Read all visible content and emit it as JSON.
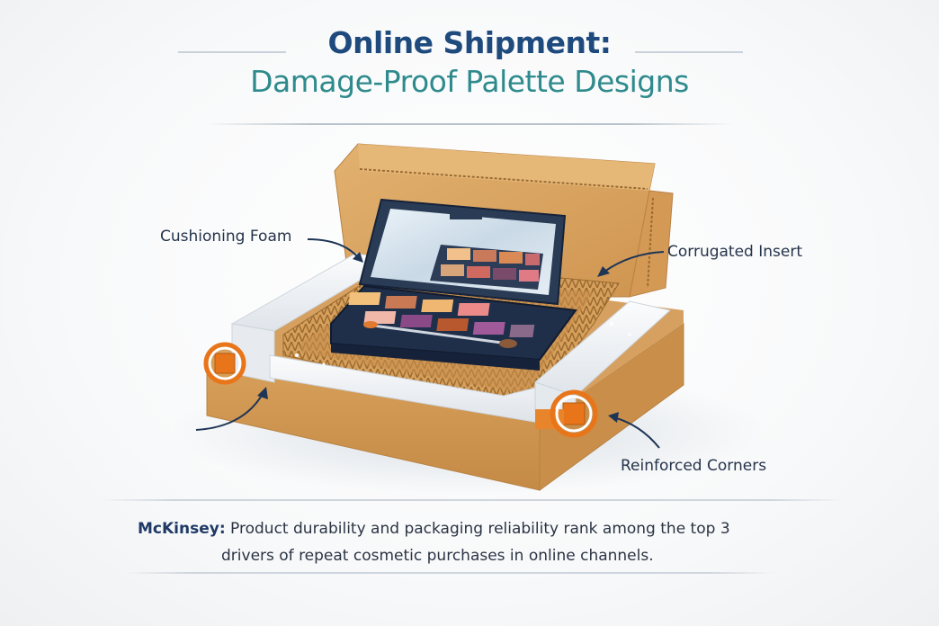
{
  "title": {
    "line1": "Online Shipment:",
    "line2": "Damage-Proof Palette Designs"
  },
  "callouts": {
    "cushioning_foam": "Cushioning Foam",
    "corrugated_insert": "Corrugated Insert",
    "reinforced_corners": "Reinforced Corners"
  },
  "footer": {
    "source": "McKinsey:",
    "line1": "Product durability and packaging reliability rank among the top 3",
    "line2": "drivers of repeat cosmetic purchases in online channels."
  },
  "colors": {
    "title_primary": "#1f4a7e",
    "title_secondary": "#2e8a8c",
    "cardboard": "#d9a55e",
    "corner_accent": "#e8751a",
    "palette_case": "#1f2f4a",
    "foam": "#eef1f4"
  },
  "palette": {
    "lid_shades": [
      "#f2c08a",
      "#c87a5a",
      "#d98a55",
      "#c86a6e",
      "#d8a57a",
      "#d06a60",
      "#7a4a6a",
      "#e07a84"
    ],
    "base_shades": [
      "#f2c07a",
      "#c97a55",
      "#f0b772",
      "#ec8a8a",
      "#f0b8a8",
      "#8a4a88",
      "#b8582e",
      "#a05a9a",
      "#8a6a8a",
      "#1a2a44"
    ]
  }
}
